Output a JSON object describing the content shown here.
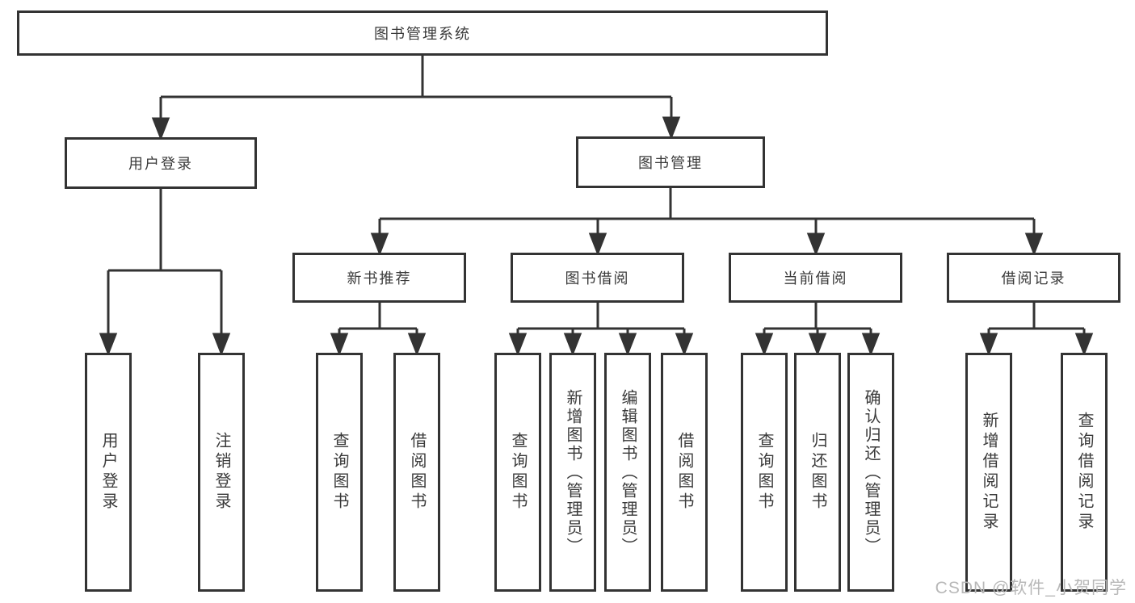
{
  "nodes": {
    "root": "图书管理系统",
    "userLogin": "用户登录",
    "bookManagement": "图书管理",
    "newBookRecommend": "新书推荐",
    "bookBorrowing": "图书借阅",
    "currentBorrowing": "当前借阅",
    "borrowingRecords": "借阅记录",
    "g1": [
      "用户登录",
      "注销登录"
    ],
    "g2": [
      "查询图书",
      "借阅图书"
    ],
    "g3": [
      "查询图书",
      "新增图书（管理员）",
      "编辑图书（管理员）",
      "借阅图书"
    ],
    "g4": [
      "查询图书",
      "归还图书",
      "确认归还（管理员）"
    ],
    "g5": [
      "新增借阅记录",
      "查询借阅记录"
    ]
  },
  "watermark": "CSDN @软件_小贺同学",
  "colors": {
    "line": "#333333",
    "text": "#3a3a3a",
    "background": "#ffffff",
    "watermark": "#b8b8b8"
  }
}
